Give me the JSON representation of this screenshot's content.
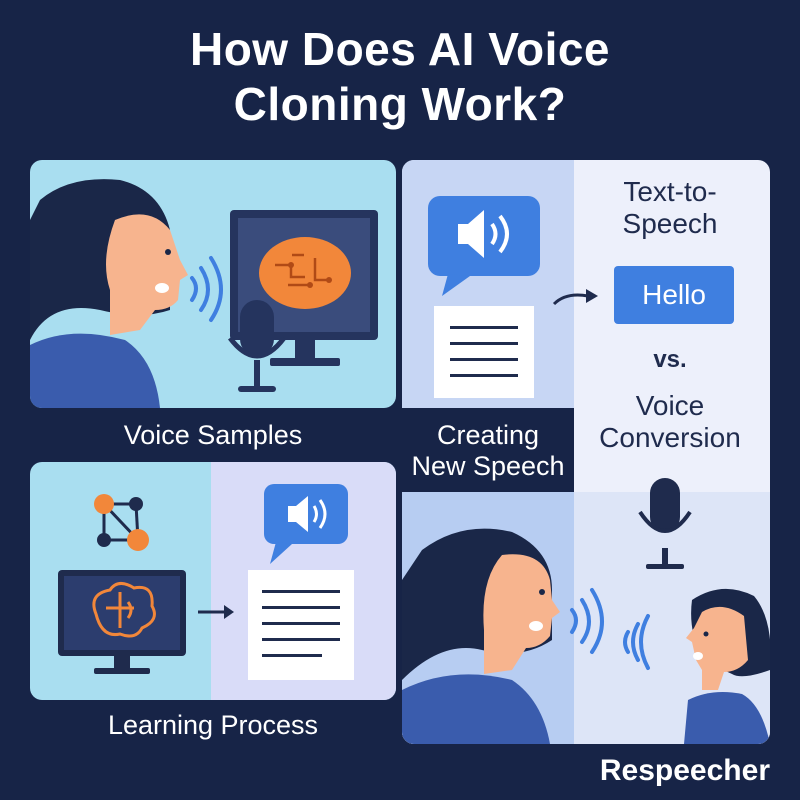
{
  "title_line1": "How Does AI Voice",
  "title_line2": "Cloning Work?",
  "panels": {
    "voice_samples": {
      "label": "Voice Samples"
    },
    "learning": {
      "label": "Learning Process"
    },
    "creating": {
      "label_line1": "Creating",
      "label_line2": "New Speech"
    },
    "tts": {
      "title_line1": "Text-to-",
      "title_line2": "Speech",
      "hello": "Hello",
      "vs": "vs.",
      "vc_line1": "Voice",
      "vc_line2": "Conversion"
    }
  },
  "brand": "Respeecher",
  "colors": {
    "background": "#172447",
    "accent_blue": "#3f7fe0",
    "accent_orange": "#f2873a",
    "panel_light_blue": "#a9def0",
    "panel_lavender": "#d9dcf8"
  },
  "icons": [
    "woman-icon",
    "monitor-icon",
    "brain-icon",
    "microphone-icon",
    "sound-waves-icon",
    "speech-bubble-icon",
    "speaker-icon",
    "document-icon",
    "arrow-icon",
    "network-icon"
  ]
}
